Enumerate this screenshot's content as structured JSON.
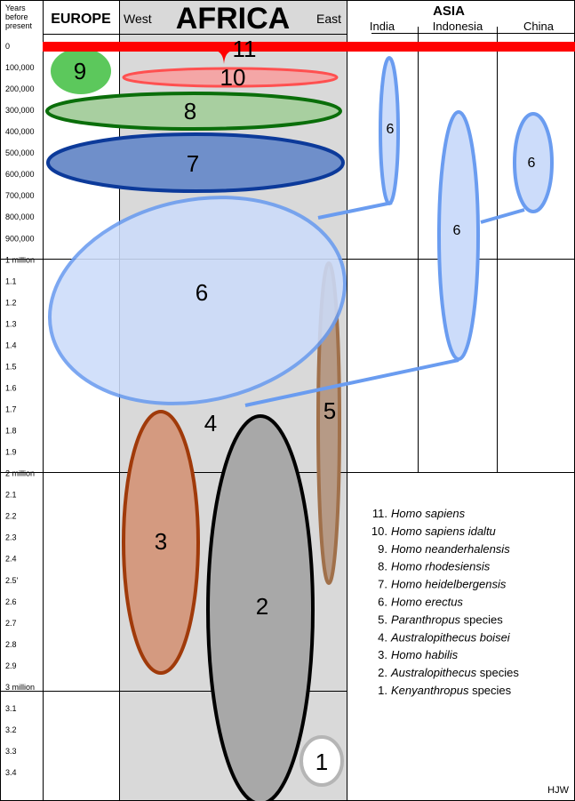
{
  "axis": {
    "header": [
      "Years",
      "before",
      "present"
    ],
    "ticks": [
      "0",
      "100,000",
      "200,000",
      "300,000",
      "400,000",
      "500,000",
      "600,000",
      "700,000",
      "800,000",
      "900,000",
      "1 million",
      "1.1",
      "1.2",
      "1.3",
      "1.4",
      "1.5",
      "1.6",
      "1.7",
      "1.8",
      "1.9",
      "2 million",
      "2.1",
      "2.2",
      "2.3",
      "2.4",
      "2.5'",
      "2.6",
      "2.7",
      "2.8",
      "2.9",
      "3 million",
      "3.1",
      "3.2",
      "3.3",
      "3.4"
    ]
  },
  "regions": {
    "europe": "EUROPE",
    "africa": "AFRICA",
    "west": "West",
    "east": "East",
    "asia": "ASIA",
    "india": "India",
    "indonesia": "Indonesia",
    "china": "China"
  },
  "species_labels": {
    "s1": "1",
    "s2": "2",
    "s3": "3",
    "s4": "4",
    "s5": "5",
    "s6": "6",
    "s7": "7",
    "s8": "8",
    "s9": "9",
    "s10": "10",
    "s11": "11"
  },
  "legend": [
    {
      "num": "11.",
      "italic": "Homo sapiens",
      "rest": ""
    },
    {
      "num": "10.",
      "italic": "Homo sapiens idaltu",
      "rest": ""
    },
    {
      "num": "9.",
      "italic": "Homo neanderhalensis",
      "rest": ""
    },
    {
      "num": "8.",
      "italic": "Homo rhodesiensis",
      "rest": ""
    },
    {
      "num": "7.",
      "italic": "Homo heidelbergensis",
      "rest": ""
    },
    {
      "num": "6.",
      "italic": "Homo erectus",
      "rest": ""
    },
    {
      "num": "5.",
      "italic": "Paranthropus",
      "rest": " species"
    },
    {
      "num": "4.",
      "italic": "Australopithecus boisei",
      "rest": ""
    },
    {
      "num": "3.",
      "italic": "Homo habilis",
      "rest": ""
    },
    {
      "num": "2.",
      "italic": "Australopithecus",
      "rest": " species"
    },
    {
      "num": "1.",
      "italic": "Kenyanthropus",
      "rest": " species"
    }
  ],
  "credit": "HJW",
  "colors": {
    "africa_bg": "#d9d9d9",
    "sapiens": "#ff0000",
    "idaltu_fill": "#f4a6a6",
    "neanderthal": "#5cc85c",
    "rhodesiensis_fill": "#a8cfa0",
    "rhodesiensis_stroke": "#0a6e0a",
    "heidelbergensis_fill": "#6f8fca",
    "heidelbergensis_stroke": "#0c3a9a",
    "erectus_fill": "#ccdcfa",
    "erectus_stroke": "#6a9cf0",
    "paranthropus_fill": "#b69a86",
    "paranthropus_stroke": "#a0704a",
    "habilis_fill": "#d49a80",
    "habilis_stroke": "#a03a0a",
    "australopithecus_fill": "#a8a8a8",
    "kenyanthropus_stroke": "#b5b5b5"
  }
}
